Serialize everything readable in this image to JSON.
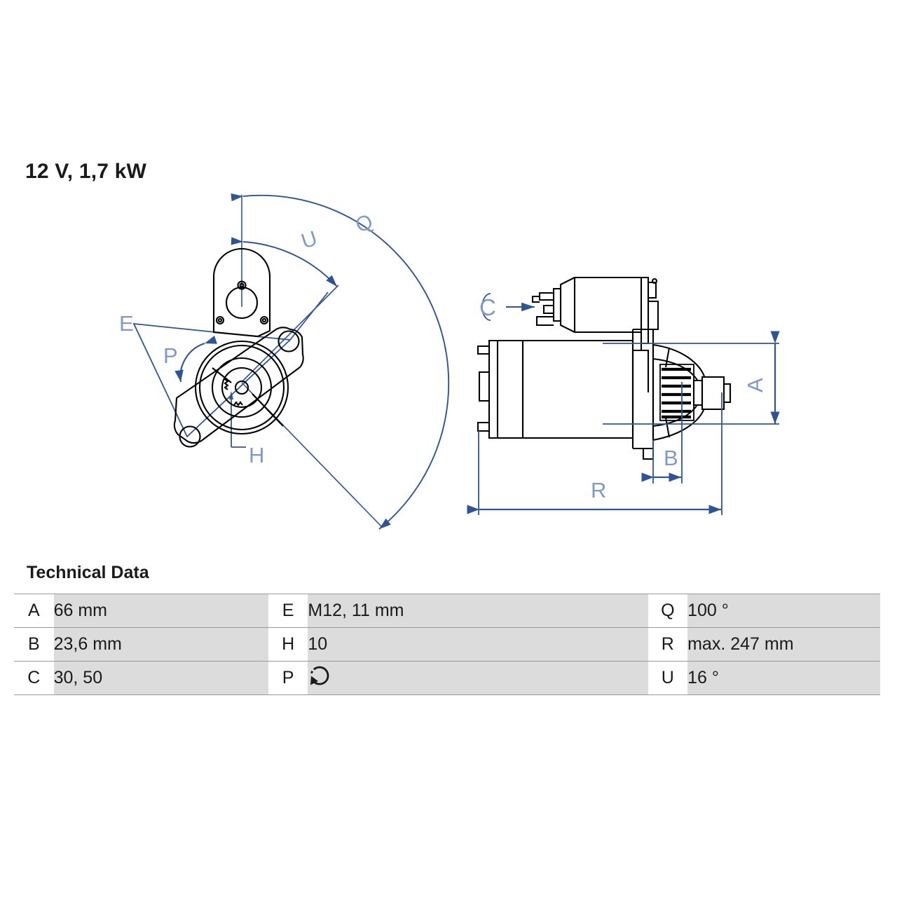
{
  "title": "12 V, 1,7 kW",
  "tech": {
    "heading": "Technical Data",
    "rows": [
      {
        "k1": "A",
        "v1": "66 mm",
        "k2": "E",
        "v2": "M12, 11 mm",
        "k3": "Q",
        "v3": "100 °"
      },
      {
        "k1": "B",
        "v1": "23,6 mm",
        "k2": "H",
        "v2": "10",
        "k3": "R",
        "v3": "max. 247 mm"
      },
      {
        "k1": "C",
        "v1": "30, 50",
        "k2": "P",
        "v2": "",
        "k3": "U",
        "v3": "16 °"
      }
    ],
    "p_symbol": "ccw-rotation-icon"
  },
  "drawing": {
    "front_view": {
      "labels": [
        {
          "id": "E",
          "text": "E",
          "desc": "mounting-hole-thread-callout"
        },
        {
          "id": "P",
          "text": "P",
          "desc": "rotation-direction-callout"
        },
        {
          "id": "H",
          "text": "H",
          "desc": "pinion-tooth-count-callout"
        },
        {
          "id": "U",
          "text": "U",
          "desc": "angle-u-callout"
        },
        {
          "id": "Q",
          "text": "Q",
          "desc": "angle-q-callout"
        }
      ]
    },
    "side_view": {
      "labels": [
        {
          "id": "C",
          "text": "C",
          "desc": "terminal-callout"
        },
        {
          "id": "A",
          "text": "A",
          "desc": "pilot-diameter-dimension"
        },
        {
          "id": "B",
          "text": "B",
          "desc": "pinion-depth-dimension"
        },
        {
          "id": "R",
          "text": "R",
          "desc": "overall-length-dimension"
        }
      ]
    }
  },
  "colors": {
    "dimension_line": "#2f5496",
    "label_text": "#8099c6",
    "part_outline": "#000000",
    "table_value_bg": "#dcdcdc",
    "table_rule": "#9a9a9a",
    "text": "#1a1a1a"
  }
}
